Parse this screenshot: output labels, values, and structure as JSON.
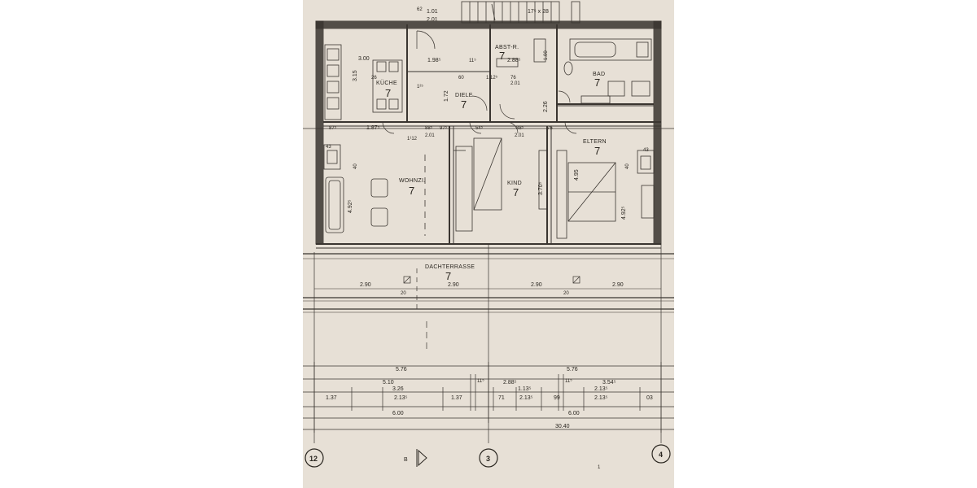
{
  "colors": {
    "paper": "#e7e0d6",
    "ink": "#2a2620",
    "wall": "#3a3530"
  },
  "rooms": {
    "kueche": {
      "name": "KÜCHE",
      "number": "7"
    },
    "abstr": {
      "name": "ABST-R.",
      "number": "7"
    },
    "bad": {
      "name": "BAD",
      "number": "7"
    },
    "diele": {
      "name": "DIELE",
      "number": "7"
    },
    "wohnzi": {
      "name": "WOHNZI.",
      "number": "7"
    },
    "kind": {
      "name": "KIND",
      "number": "7"
    },
    "eltern": {
      "name": "ELTERN",
      "number": "7"
    },
    "terrasse": {
      "name": "DACHTERRASSE",
      "number": "7"
    }
  },
  "stair_label": "17⁵ x 28",
  "dims": {
    "top_101": "1.01",
    "top_201": "2.01",
    "top_62": "62",
    "k_300": "3.00",
    "k_315": "3.15",
    "k_26": "26",
    "k_125": "1²⁵",
    "c_198": "1.98⁵",
    "c_60": "60",
    "c_1125": "1.12⁵",
    "c_76": "76",
    "c_201": "2.01",
    "a_288": "2.88⁵",
    "a_115": "11⁵",
    "a_100": "1.00",
    "d_172": "1.72",
    "d_226": "2.26",
    "r_87": "87⁵",
    "r_187": "1.87⁵",
    "r_88": "88⁵",
    "r_97": "97⁵",
    "r_54": "54⁵",
    "r_885": "88⁵",
    "r_75": "75",
    "r_201a": "2.01",
    "r_201b": "2.01",
    "r_112": "1¹12",
    "w_43": "43",
    "w_40": "40",
    "w_492": "4.92⁵",
    "kd_3705": "3.70⁵",
    "e_495": "4.95",
    "e_43": "43",
    "e_40": "40",
    "e_492": "4.92⁵",
    "t_290a": "2.90",
    "t_290b": "2.90",
    "t_290c": "2.90",
    "t_290d": "2.90",
    "t_20a": "20",
    "t_20b": "20",
    "b_576a": "5.76",
    "b_576b": "5.76",
    "b_510": "5.10",
    "b_115a": "11⁵",
    "b_288": "2.88⁵",
    "b_115b": "11⁵",
    "b_3545": "3.54⁵",
    "b_326": "3.26",
    "b_1135": "1.13⁵",
    "b_2135a": "2.13⁵",
    "b_137a": "1.37",
    "b_2135b": "2.13⁵",
    "b_137b": "1.37",
    "b_71": "71",
    "b_2135c": "2.13⁵",
    "b_99": "99",
    "b_2135d": "2.13⁵",
    "b_03": "03",
    "b_600a": "6.00",
    "b_600b": "6.00",
    "b_3040": "30.40"
  },
  "axes": {
    "a12": "12",
    "a3": "3",
    "a4": "4"
  },
  "section_marker": "B",
  "stray_mark": "1"
}
